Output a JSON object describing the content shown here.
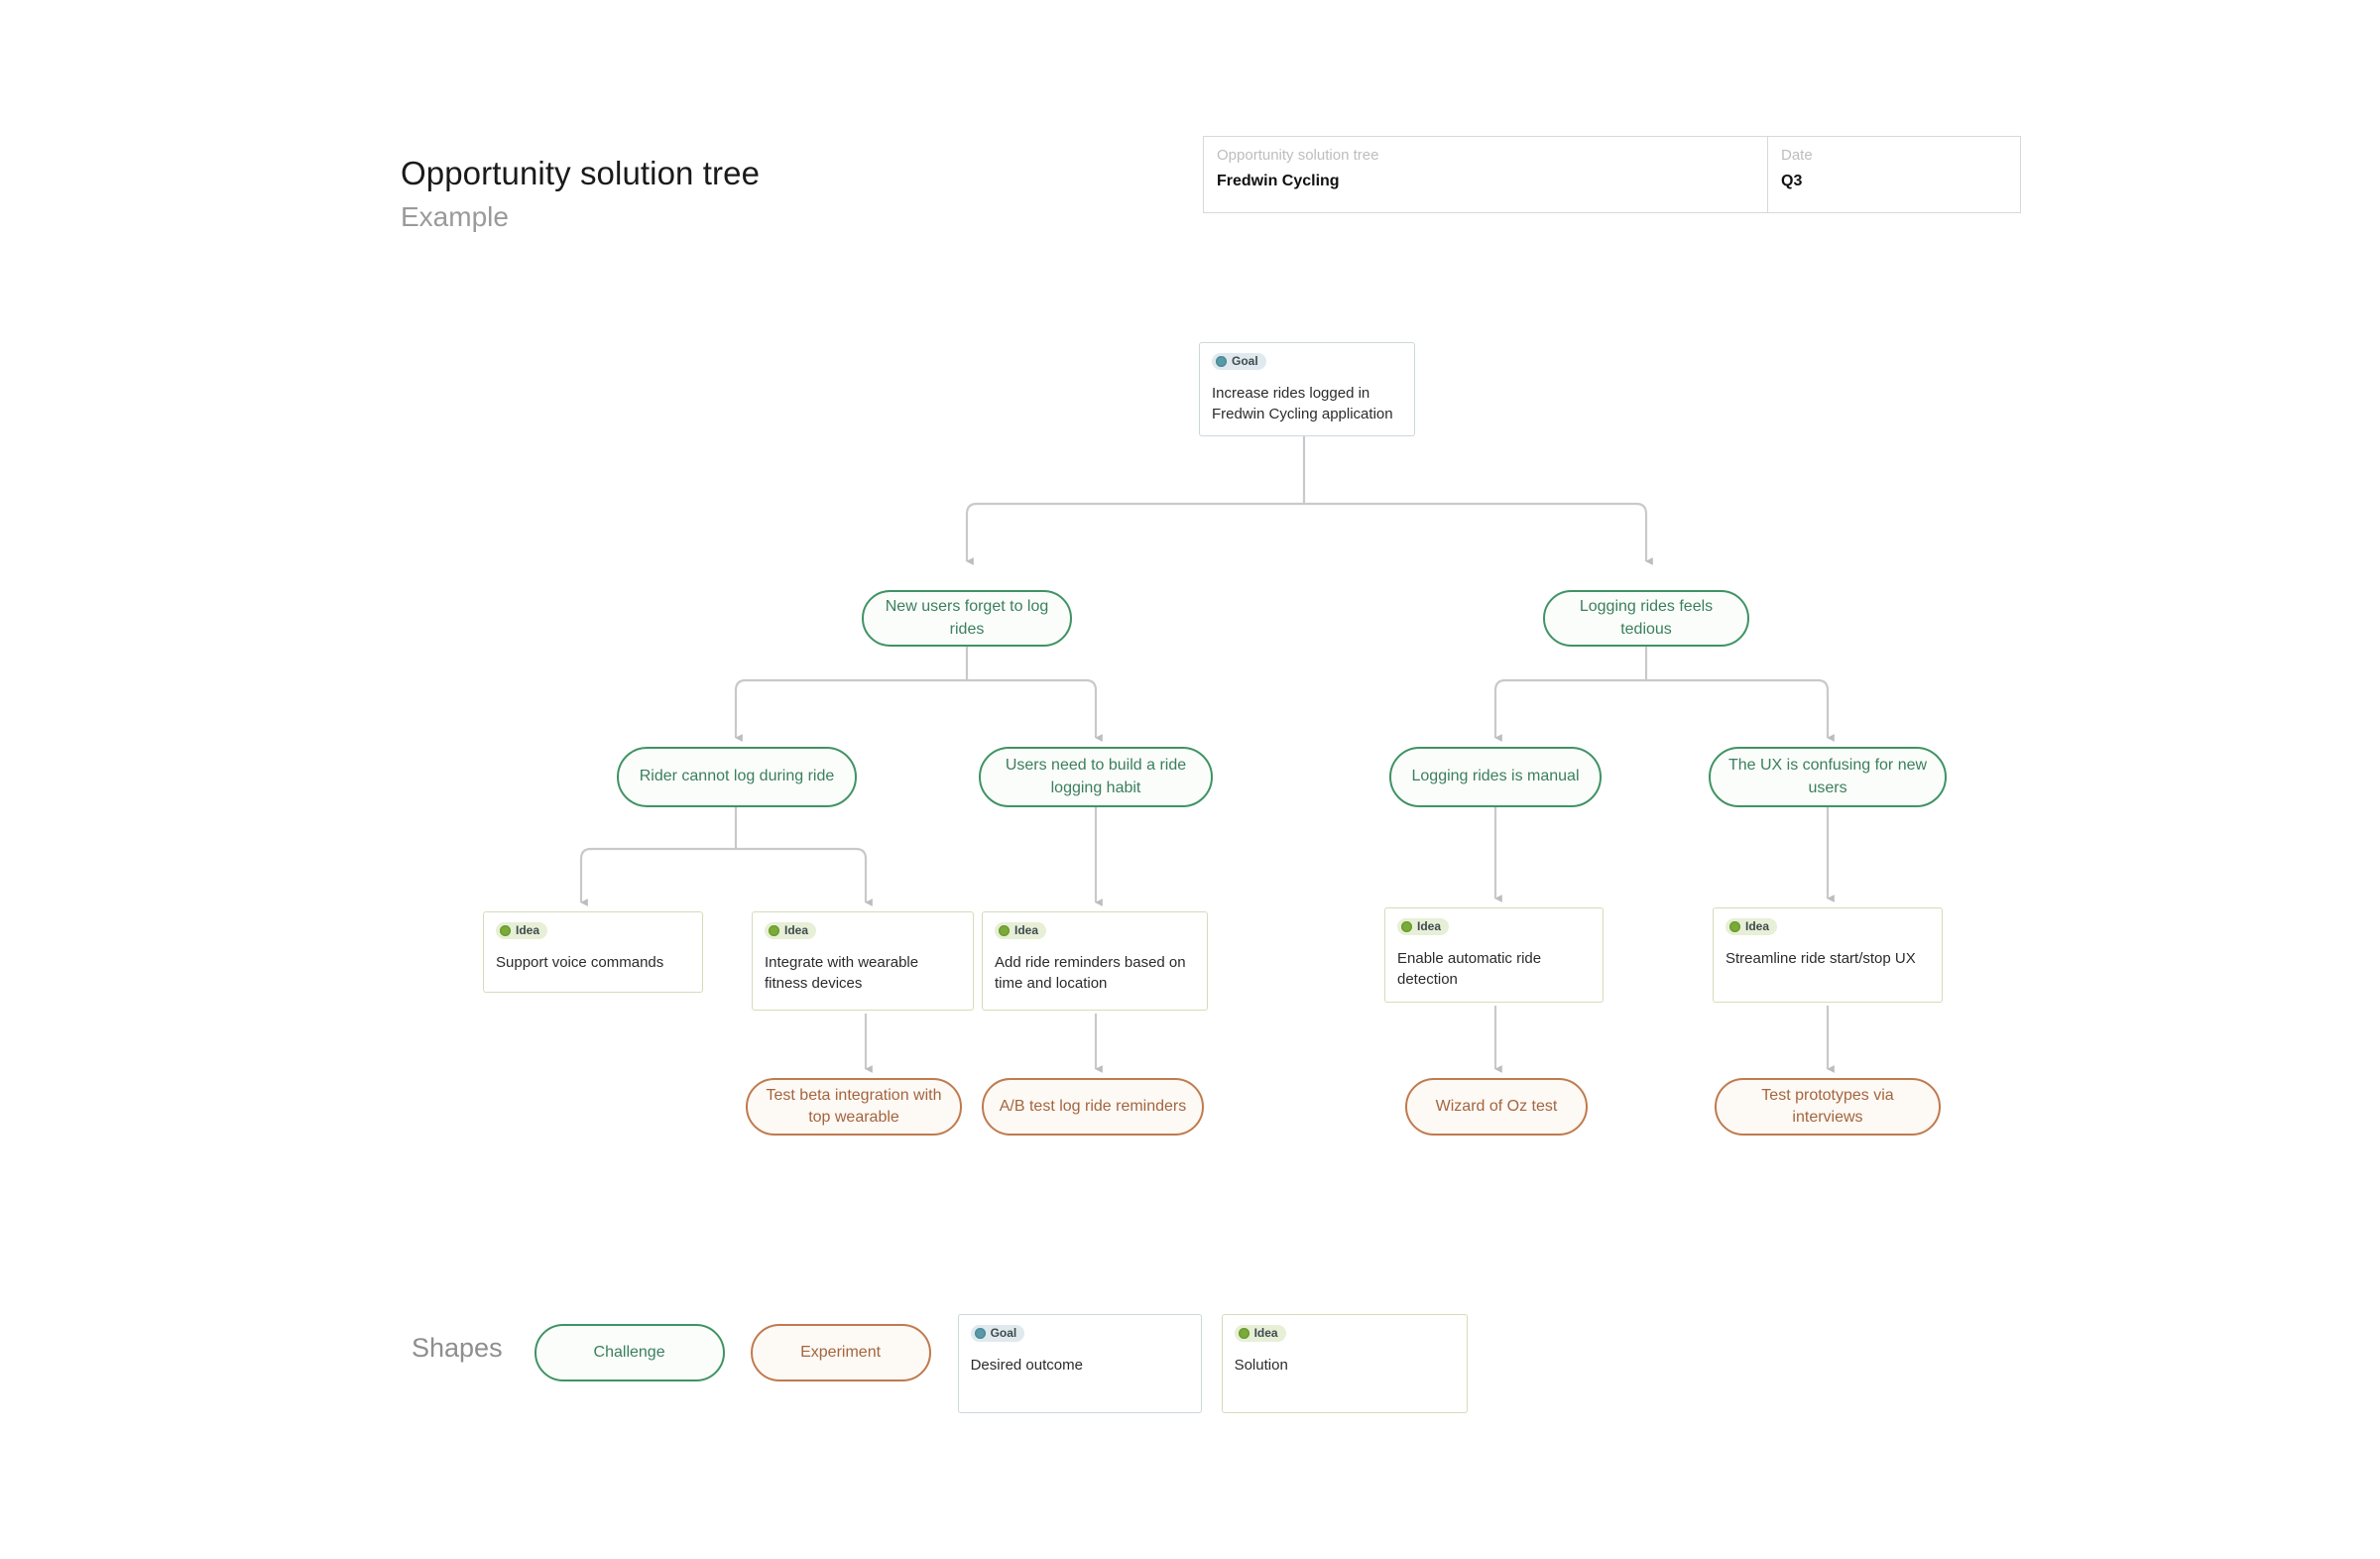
{
  "header": {
    "title": "Opportunity solution tree",
    "subtitle": "Example"
  },
  "meta": {
    "project_label": "Opportunity solution tree",
    "project_value": "Fredwin Cycling",
    "date_label": "Date",
    "date_value": "Q3"
  },
  "badges": {
    "goal": "Goal",
    "idea": "Idea"
  },
  "tree": {
    "goal": {
      "badge": "Goal",
      "text": "Increase rides logged in Fredwin Cycling application"
    },
    "challenges_level1": [
      {
        "text": "New users forget to log rides"
      },
      {
        "text": "Logging rides feels tedious"
      }
    ],
    "challenges_level2": [
      {
        "text": "Rider cannot log during ride"
      },
      {
        "text": "Users need to build a ride logging habit"
      },
      {
        "text": "Logging rides is manual"
      },
      {
        "text": "The UX is confusing for new users"
      }
    ],
    "ideas": [
      {
        "badge": "Idea",
        "text": "Support voice commands"
      },
      {
        "badge": "Idea",
        "text": "Integrate with wearable fitness devices"
      },
      {
        "badge": "Idea",
        "text": "Add ride reminders based on time and location"
      },
      {
        "badge": "Idea",
        "text": "Enable automatic ride detection"
      },
      {
        "badge": "Idea",
        "text": "Streamline ride start/stop UX"
      }
    ],
    "experiments": [
      {
        "text": "Test beta integration with top wearable"
      },
      {
        "text": "A/B test log ride reminders"
      },
      {
        "text": "Wizard of Oz test"
      },
      {
        "text": "Test prototypes via interviews"
      }
    ]
  },
  "legend": {
    "label": "Shapes",
    "challenge": "Challenge",
    "experiment": "Experiment",
    "goal_badge": "Goal",
    "goal_text": "Desired outcome",
    "idea_badge": "Idea",
    "idea_text": "Solution"
  },
  "colors": {
    "challenge_stroke": "#3f9364",
    "experiment_stroke": "#c07a4e",
    "goal_card_stroke": "#ccd7dc",
    "idea_card_stroke": "#d4ddb9",
    "connector": "#bdbdbd",
    "goal_badge_dot": "#5a9aa8",
    "idea_badge_dot": "#7aab3a"
  }
}
